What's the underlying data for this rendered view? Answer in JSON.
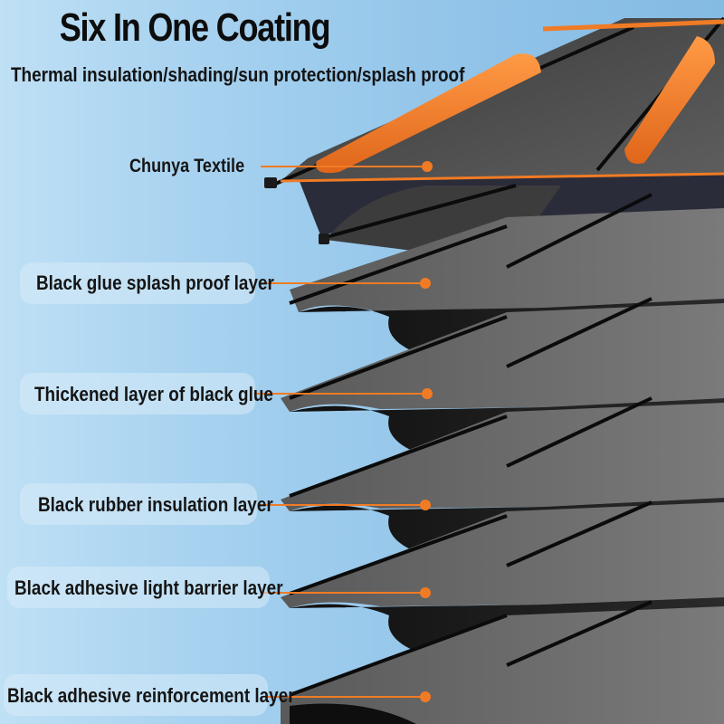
{
  "header": {
    "title": "Six In One Coating",
    "subtitle": "Thermal insulation/shading/sun protection/splash proof"
  },
  "layers": [
    {
      "label": "Chunya Textile"
    },
    {
      "label": "Black glue splash proof layer"
    },
    {
      "label": "Thickened layer of black glue"
    },
    {
      "label": "Black rubber insulation layer"
    },
    {
      "label": "Black adhesive light barrier layer"
    },
    {
      "label": "Black adhesive reinforcement layer"
    }
  ],
  "colors": {
    "accent_orange": "#f07b25",
    "canopy_dark": "#1c1c1c",
    "canopy_grey": "#6d6d6d",
    "background_blue": "#9ccbec"
  }
}
